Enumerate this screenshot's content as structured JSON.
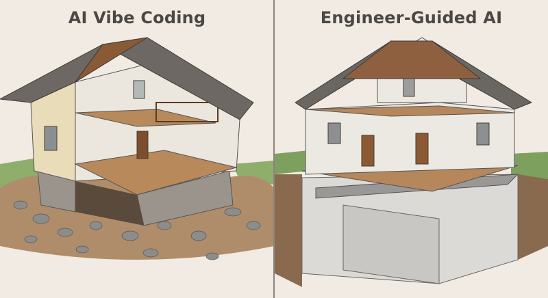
{
  "panels": [
    {
      "title": "AI Vibe Coding",
      "depiction": "cracked house on crumbling rubble foundation"
    },
    {
      "title": "Engineer-Guided AI",
      "depiction": "well-built house on solid concrete foundation"
    }
  ],
  "colors": {
    "background": "#f1ebe3",
    "roof": "#6b6560",
    "wood": "#a9754a",
    "grass": "#7ea05e",
    "soil": "#8a6a4e",
    "concrete": "#d8d6d2"
  }
}
